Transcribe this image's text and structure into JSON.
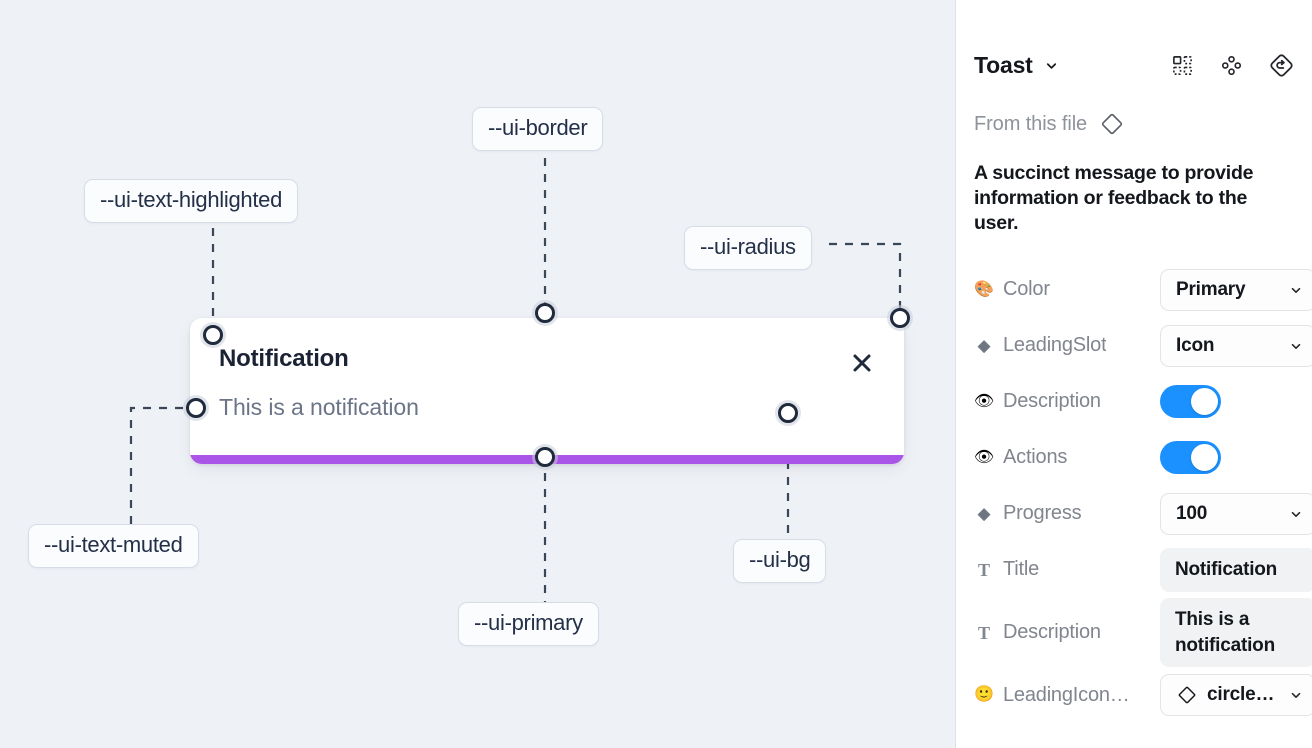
{
  "canvas": {
    "background_color": "#eef1f6",
    "toast": {
      "title": "Notification",
      "description": "This is a notification",
      "close_icon": "close-x-icon",
      "progress_color": "#a855e8",
      "background_color": "#ffffff"
    },
    "tokens": [
      {
        "id": "text-highlighted",
        "label": "--ui-text-highlighted"
      },
      {
        "id": "border",
        "label": "--ui-border"
      },
      {
        "id": "radius",
        "label": "--ui-radius"
      },
      {
        "id": "text-muted",
        "label": "--ui-text-muted"
      },
      {
        "id": "primary",
        "label": "--ui-primary"
      },
      {
        "id": "bg",
        "label": "--ui-bg"
      }
    ]
  },
  "panel": {
    "title": "Toast",
    "title_caret_icon": "chevron-down-icon",
    "header_icons": [
      {
        "name": "component-grid-icon"
      },
      {
        "name": "variants-diamond-dots-icon"
      },
      {
        "name": "reset-undo-diamond-icon"
      }
    ],
    "from_file": {
      "label": "From this file",
      "icon": "diamond-outline-icon"
    },
    "description": "A succinct message to provide information or feedback to the user.",
    "accent_color": "#1a91ff",
    "properties": [
      {
        "icon": "palette-emoji-icon",
        "glyph": "🎨",
        "icon_kind": "emoji",
        "label": "Color",
        "control": "select",
        "value": "Primary"
      },
      {
        "icon": "diamond-icon",
        "glyph": "◆",
        "icon_kind": "diamond",
        "label": "LeadingSlot",
        "control": "select",
        "value": "Icon"
      },
      {
        "icon": "eye-emoji-icon",
        "glyph": "👁",
        "icon_kind": "emoji",
        "label": "Description",
        "control": "toggle",
        "value": "on"
      },
      {
        "icon": "eye-emoji-icon",
        "glyph": "👁",
        "icon_kind": "emoji",
        "label": "Actions",
        "control": "toggle",
        "value": "on"
      },
      {
        "icon": "diamond-icon",
        "glyph": "◆",
        "icon_kind": "diamond",
        "label": "Progress",
        "control": "select",
        "value": "100"
      },
      {
        "icon": "text-t-icon",
        "glyph": "T",
        "icon_kind": "serif-t",
        "label": "Title",
        "control": "textbox",
        "value": "Notification"
      },
      {
        "icon": "text-t-icon",
        "glyph": "T",
        "icon_kind": "serif-t",
        "label": "Description",
        "control": "textbox",
        "value": "This is a notification"
      },
      {
        "icon": "smiley-emoji-icon",
        "glyph": "🙂",
        "icon_kind": "emoji",
        "label": "LeadingIcon…",
        "control": "icon-select",
        "value": "circle…"
      }
    ]
  }
}
